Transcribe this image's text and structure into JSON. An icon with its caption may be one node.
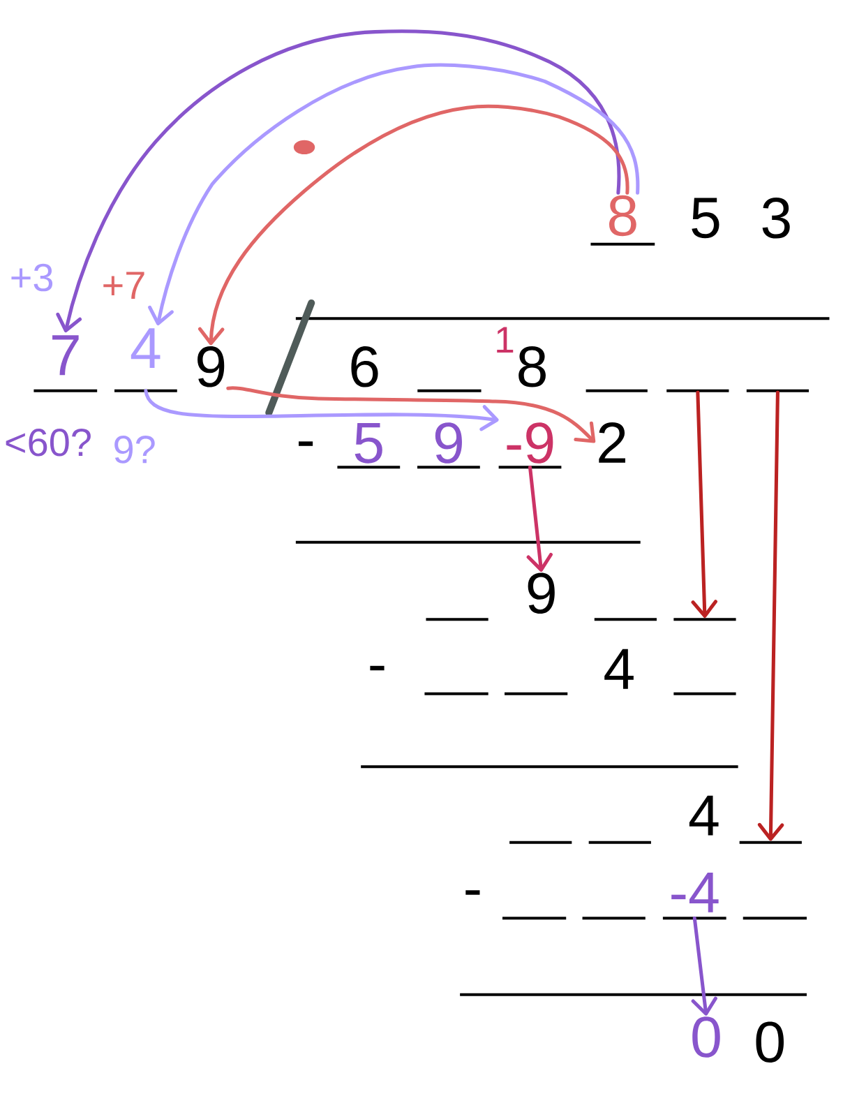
{
  "diagram": {
    "nodes": [
      {
        "text": [
          "8"
        ]
      },
      {
        "text": [
          "7"
        ]
      },
      {
        "text": [
          "4"
        ]
      },
      {
        "text": [
          "9"
        ]
      },
      {
        "text": [],
        "shape": "line"
      },
      {
        "text": [],
        "shape": "line"
      },
      {
        "text": [
          "-9"
        ]
      },
      {
        "text": [
          "2"
        ]
      },
      {
        "text": [
          "9"
        ]
      },
      {
        "text": [],
        "shape": "line"
      },
      {
        "text": [],
        "shape": "line"
      },
      {
        "text": [
          "-4"
        ]
      },
      {
        "text": [
          "0"
        ]
      }
    ],
    "edges": [
      {
        "from": 0,
        "to": 1,
        "arrow": "to",
        "color": "#8855cc"
      },
      {
        "from": 0,
        "to": 2,
        "arrow": "to",
        "color": "#aa99ff"
      },
      {
        "from": 0,
        "to": 3,
        "arrow": "to",
        "color": "#e06666"
      },
      {
        "from": 3,
        "to": 7,
        "arrow": "to",
        "color": "#e06666"
      },
      {
        "from": 2,
        "to": 6,
        "arrow": "to",
        "color": "#aa99ff"
      },
      {
        "from": 6,
        "to": 8,
        "arrow": "to",
        "color": "#cc3366"
      },
      {
        "from": 4,
        "to": 9,
        "arrow": "to",
        "color": "#bb2222"
      },
      {
        "from": 5,
        "to": 10,
        "arrow": "to",
        "color": "#bb2222"
      },
      {
        "from": 11,
        "to": 12,
        "arrow": "to",
        "color": "#8855cc"
      }
    ],
    "labels": [
      "5",
      "3",
      "+3",
      "+7",
      "6",
      "1",
      "8",
      "<60?",
      "9?",
      "-",
      "5",
      "9",
      "-",
      "4",
      "4",
      "-",
      "0"
    ]
  }
}
